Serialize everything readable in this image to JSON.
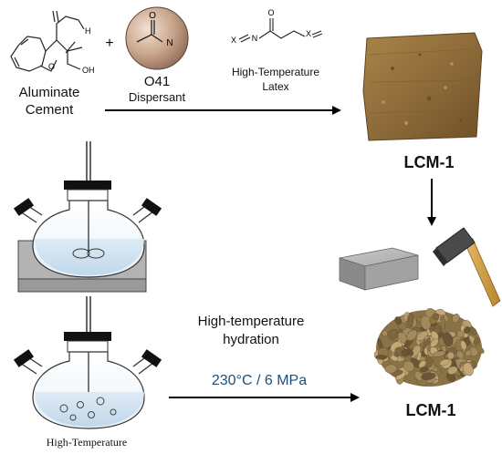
{
  "reagents": {
    "cement": {
      "line1": "Aluminate",
      "line2": "Cement"
    },
    "plus": "+",
    "dispersant": {
      "code": "O41",
      "name": "Dispersant"
    },
    "latex": {
      "line1": "High-Temperature",
      "line2": "Latex"
    }
  },
  "molecule_labels": {
    "h": "H",
    "oh": "OH",
    "o": "O",
    "n": "N",
    "x": "X"
  },
  "products": {
    "block_label": "LCM-1",
    "crushed_label": "LCM-1"
  },
  "process": {
    "line1": "High-temperature",
    "line2": "hydration",
    "condition": "230°C / 6 MPa",
    "vessel_label": "High-Temperature"
  },
  "colors": {
    "condition_text": "#1f4e79",
    "dispersant_ball": "#c9a58c",
    "lcm_block": "#8e6b3a",
    "grey_block": "#9a9a9a",
    "hammer_handle": "#d8a24a",
    "hammer_head": "#404040"
  }
}
